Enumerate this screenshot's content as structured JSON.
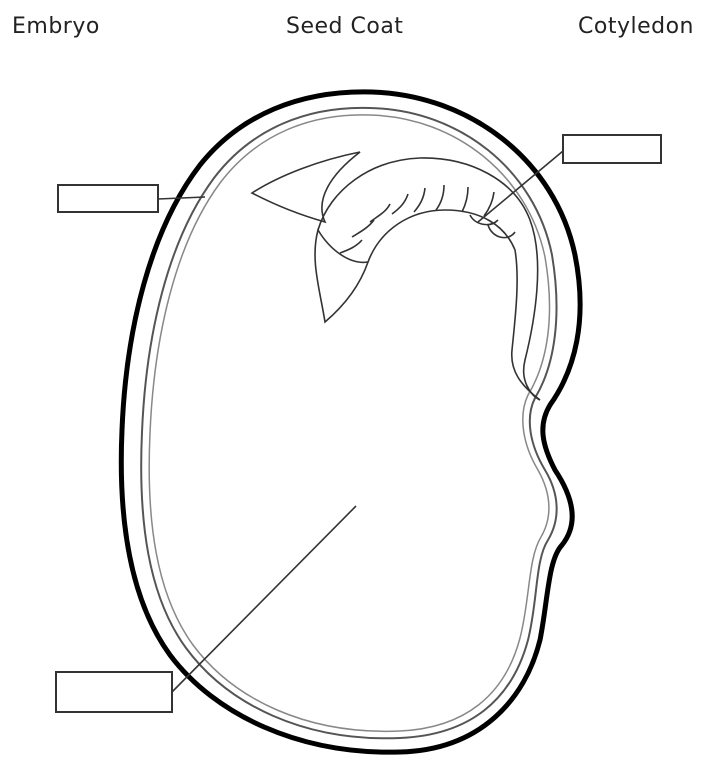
{
  "word_bank": {
    "terms": [
      "Embryo",
      "Seed Coat",
      "Cotyledon"
    ]
  },
  "label_boxes": [
    {
      "name": "label-box-seed-coat",
      "value": ""
    },
    {
      "name": "label-box-embryo",
      "value": ""
    },
    {
      "name": "label-box-cotyledon",
      "value": ""
    }
  ]
}
